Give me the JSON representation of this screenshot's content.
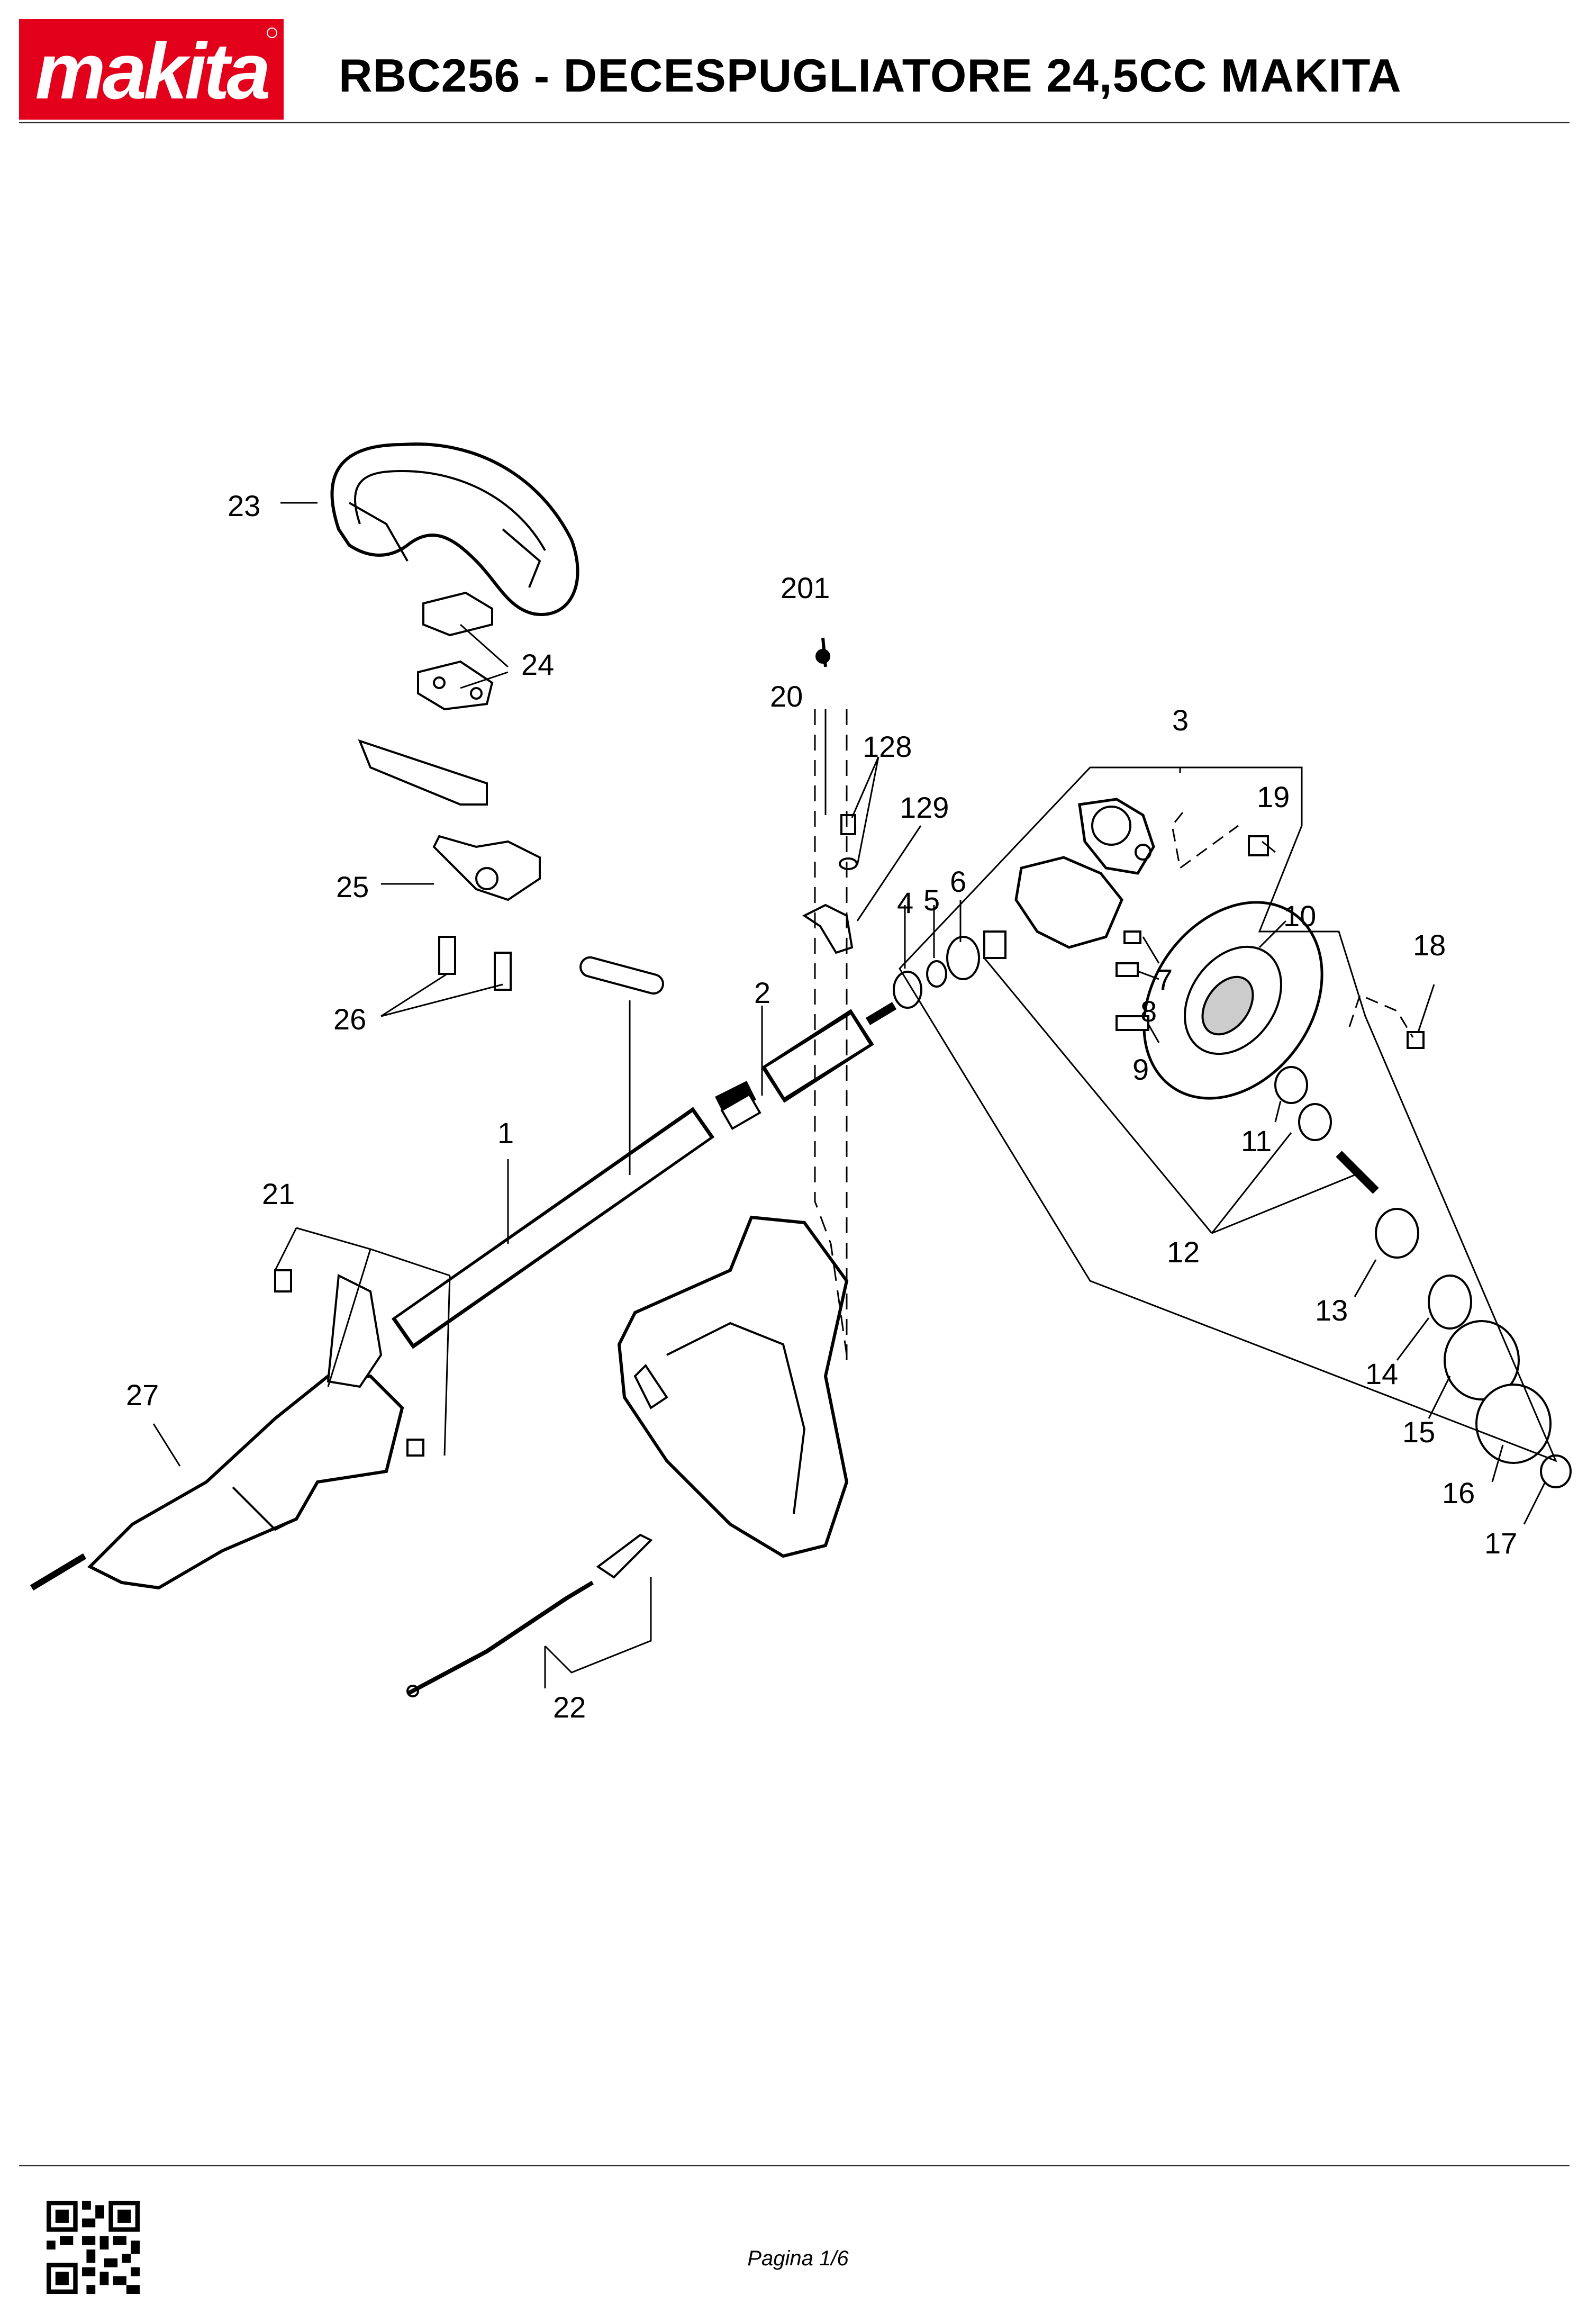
{
  "header": {
    "brand": "makita",
    "brand_color": "#e3001b",
    "title": "RBC256 - DECESPUGLIATORE 24,5CC MAKITA"
  },
  "diagram": {
    "callouts": [
      "1",
      "2",
      "3",
      "4",
      "5",
      "6",
      "7",
      "8",
      "9",
      "10",
      "11",
      "12",
      "13",
      "14",
      "15",
      "16",
      "17",
      "18",
      "19",
      "20",
      "21",
      "22",
      "23",
      "24",
      "25",
      "26",
      "27",
      "128",
      "129",
      "201"
    ]
  },
  "footer": {
    "qr_icon": "qr-code-icon",
    "page_label": "Pagina 1/6"
  }
}
